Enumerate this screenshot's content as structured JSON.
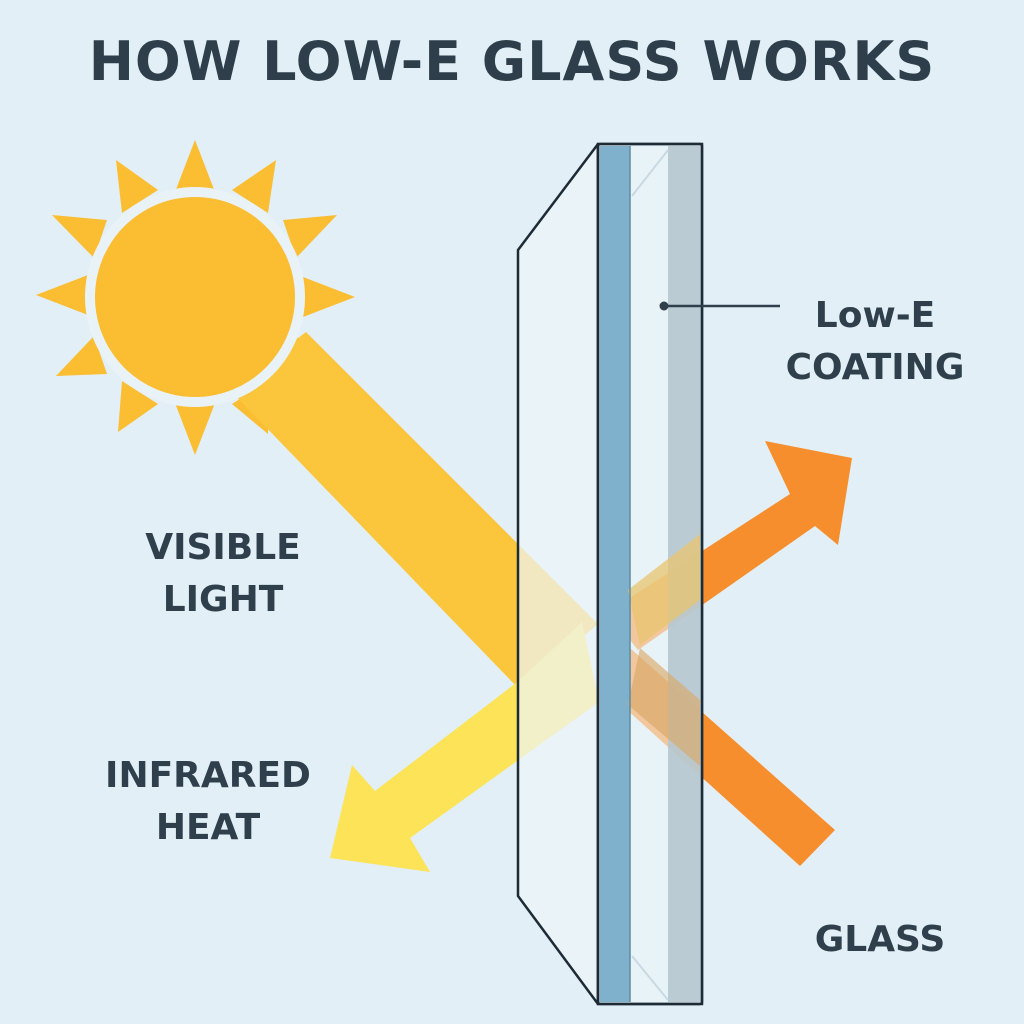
{
  "title": "HOW LOW-E GLASS WORKS",
  "labels": {
    "visible_light": [
      "VISIBLE",
      "LIGHT"
    ],
    "infrared_heat": [
      "INFRARED",
      "HEAT"
    ],
    "low_e_coating": [
      "Low-E",
      "COATING"
    ],
    "glass": "GLASS"
  },
  "colors": {
    "background": "#e2eff6",
    "sun": "#fbbd32",
    "visible_light": "#fcc63c",
    "infrared_reflected": "#fde357",
    "heat_out": "#f78e2e",
    "coating": "#7fb0cc",
    "glass_outline": "#1c2b36",
    "text": "#2f404c"
  }
}
